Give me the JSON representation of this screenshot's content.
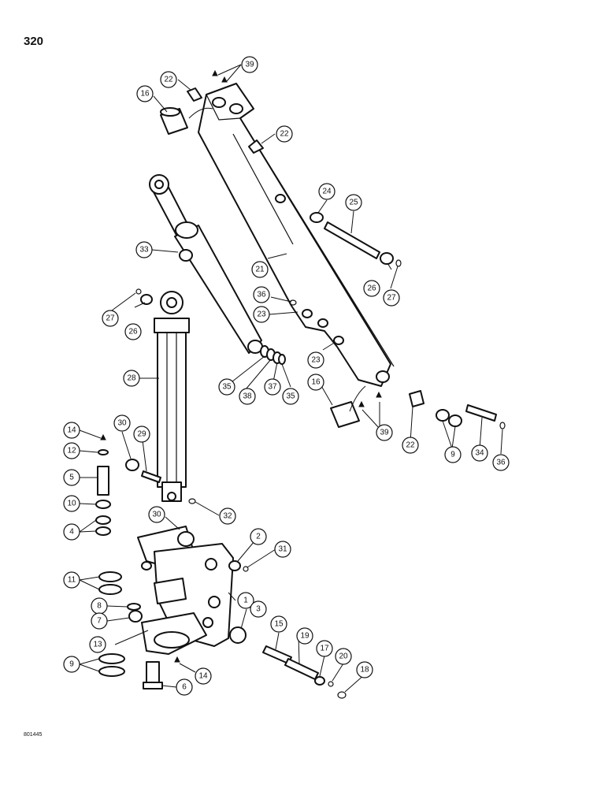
{
  "page_number": "320",
  "figure_code": "801445",
  "callouts": [
    "22",
    "39",
    "16",
    "22",
    "24",
    "25",
    "33",
    "21",
    "26",
    "27",
    "36",
    "23",
    "27",
    "26",
    "23",
    "35",
    "38",
    "37",
    "35",
    "28",
    "16",
    "39",
    "22",
    "9",
    "34",
    "36",
    "14",
    "30",
    "12",
    "29",
    "5",
    "10",
    "32",
    "4",
    "30",
    "2",
    "31",
    "11",
    "1",
    "8",
    "7",
    "3",
    "15",
    "19",
    "13",
    "17",
    "20",
    "9",
    "14",
    "18",
    "6"
  ]
}
